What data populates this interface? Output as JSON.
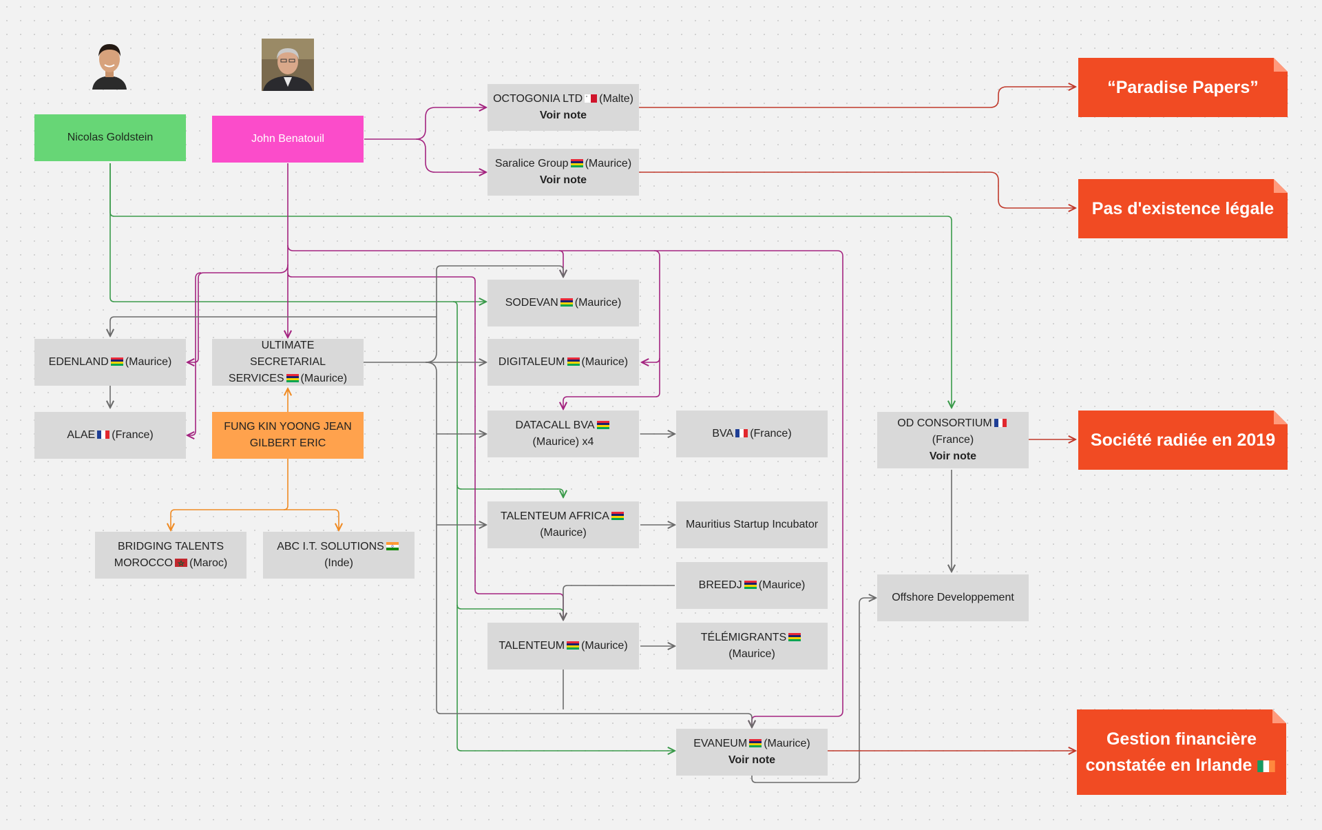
{
  "people": {
    "nicolas": {
      "name": "Nicolas Goldstein"
    },
    "john": {
      "name": "John Benatouil"
    },
    "fung": {
      "name": "FUNG KIN YOONG JEAN GILBERT ERIC"
    }
  },
  "companies": {
    "octogonia": {
      "name": "OCTOGONIA LTD",
      "flag": "malta",
      "country": "(Malte)",
      "note": "Voir note"
    },
    "saralice": {
      "name": "Saralice Group",
      "flag": "mauritius",
      "country": "(Maurice)",
      "note": "Voir note"
    },
    "sodevan": {
      "name": "SODEVAN",
      "flag": "mauritius",
      "country": "(Maurice)"
    },
    "digitaleum": {
      "name": "DIGITALEUM",
      "flag": "mauritius",
      "country": "(Maurice)"
    },
    "edenland": {
      "name": "EDENLAND",
      "flag": "mauritius",
      "country": "(Maurice)"
    },
    "ultimate": {
      "name": "ULTIMATE SECRETARIAL SERVICES",
      "flag": "mauritius",
      "country": "(Maurice)"
    },
    "alae": {
      "name": "ALAE",
      "flag": "france",
      "country": "(France)"
    },
    "datacall": {
      "name": "DATACALL BVA",
      "flag": "mauritius",
      "country": "(Maurice) x4"
    },
    "bva": {
      "name": "BVA",
      "flag": "france",
      "country": "(France)"
    },
    "od": {
      "name": "OD CONSORTIUM",
      "flag": "france",
      "country": "(France)",
      "note": "Voir note"
    },
    "bridging": {
      "name": "BRIDGING TALENTS MOROCCO",
      "flag": "morocco",
      "country": "(Maroc)"
    },
    "abc": {
      "name": "ABC I.T. SOLUTIONS",
      "flag": "india",
      "country": "(Inde)"
    },
    "talenteum_africa": {
      "name": "TALENTEUM AFRICA",
      "flag": "mauritius",
      "country": "(Maurice)"
    },
    "incubator": {
      "name": "Mauritius Startup Incubator"
    },
    "breedj": {
      "name": "BREEDJ",
      "flag": "mauritius",
      "country": "(Maurice)"
    },
    "offshore": {
      "name": "Offshore Developpement"
    },
    "talenteum": {
      "name": "TALENTEUM",
      "flag": "mauritius",
      "country": "(Maurice)"
    },
    "telemigrants": {
      "name": "TÉLÉMIGRANTS",
      "flag": "mauritius",
      "country": "(Maurice)"
    },
    "evaneum": {
      "name": "EVANEUM",
      "flag": "mauritius",
      "country": "(Maurice)",
      "note": "Voir note"
    }
  },
  "callouts": {
    "paradise": "“Paradise Papers”",
    "existence": "Pas d'existence légale",
    "radiee": "Société radiée en 2019",
    "gestion": "Gestion financière constatée en Irlande",
    "gestion_flag": "ireland"
  },
  "colors": {
    "nicolas_green": "#3a9a4a",
    "john_purple": "#a3237f",
    "fung_orange": "#ef8a22",
    "gray_line": "#6b6b6b",
    "red_line": "#c0392b",
    "callout_red": "#f14b23"
  }
}
